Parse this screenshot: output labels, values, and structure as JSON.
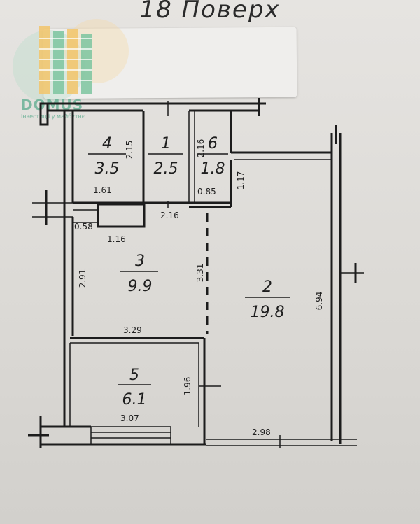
{
  "floor_title": "18  Поверх",
  "watermark": {
    "brand": "DOMUS",
    "tagline": "інвестиції у майбутнє",
    "colors": {
      "orange": "#f2c46a",
      "green": "#7cc4a0"
    }
  },
  "rooms": [
    {
      "id": "4",
      "number": "4",
      "area": "3.5"
    },
    {
      "id": "1",
      "number": "1",
      "area": "2.5"
    },
    {
      "id": "6",
      "number": "6",
      "area": "1.8"
    },
    {
      "id": "3",
      "number": "3",
      "area": "9.9"
    },
    {
      "id": "2",
      "number": "2",
      "area": "19.8"
    },
    {
      "id": "5",
      "number": "5",
      "area": "6.1"
    }
  ],
  "dimensions": {
    "d216_top": "2.16",
    "d215": "2.15",
    "d161": "1.61",
    "d085": "0.85",
    "d117": "1.17",
    "d216_mid": "2.16",
    "d058": "0.58",
    "d116": "1.16",
    "d291": "2.91",
    "d331": "3.31",
    "d329": "3.29",
    "d694": "6.94",
    "d196": "1.96",
    "d307": "3.07",
    "d298": "2.98"
  },
  "colors": {
    "line": "#1c1c1c",
    "paper": "#e2e0dc"
  }
}
